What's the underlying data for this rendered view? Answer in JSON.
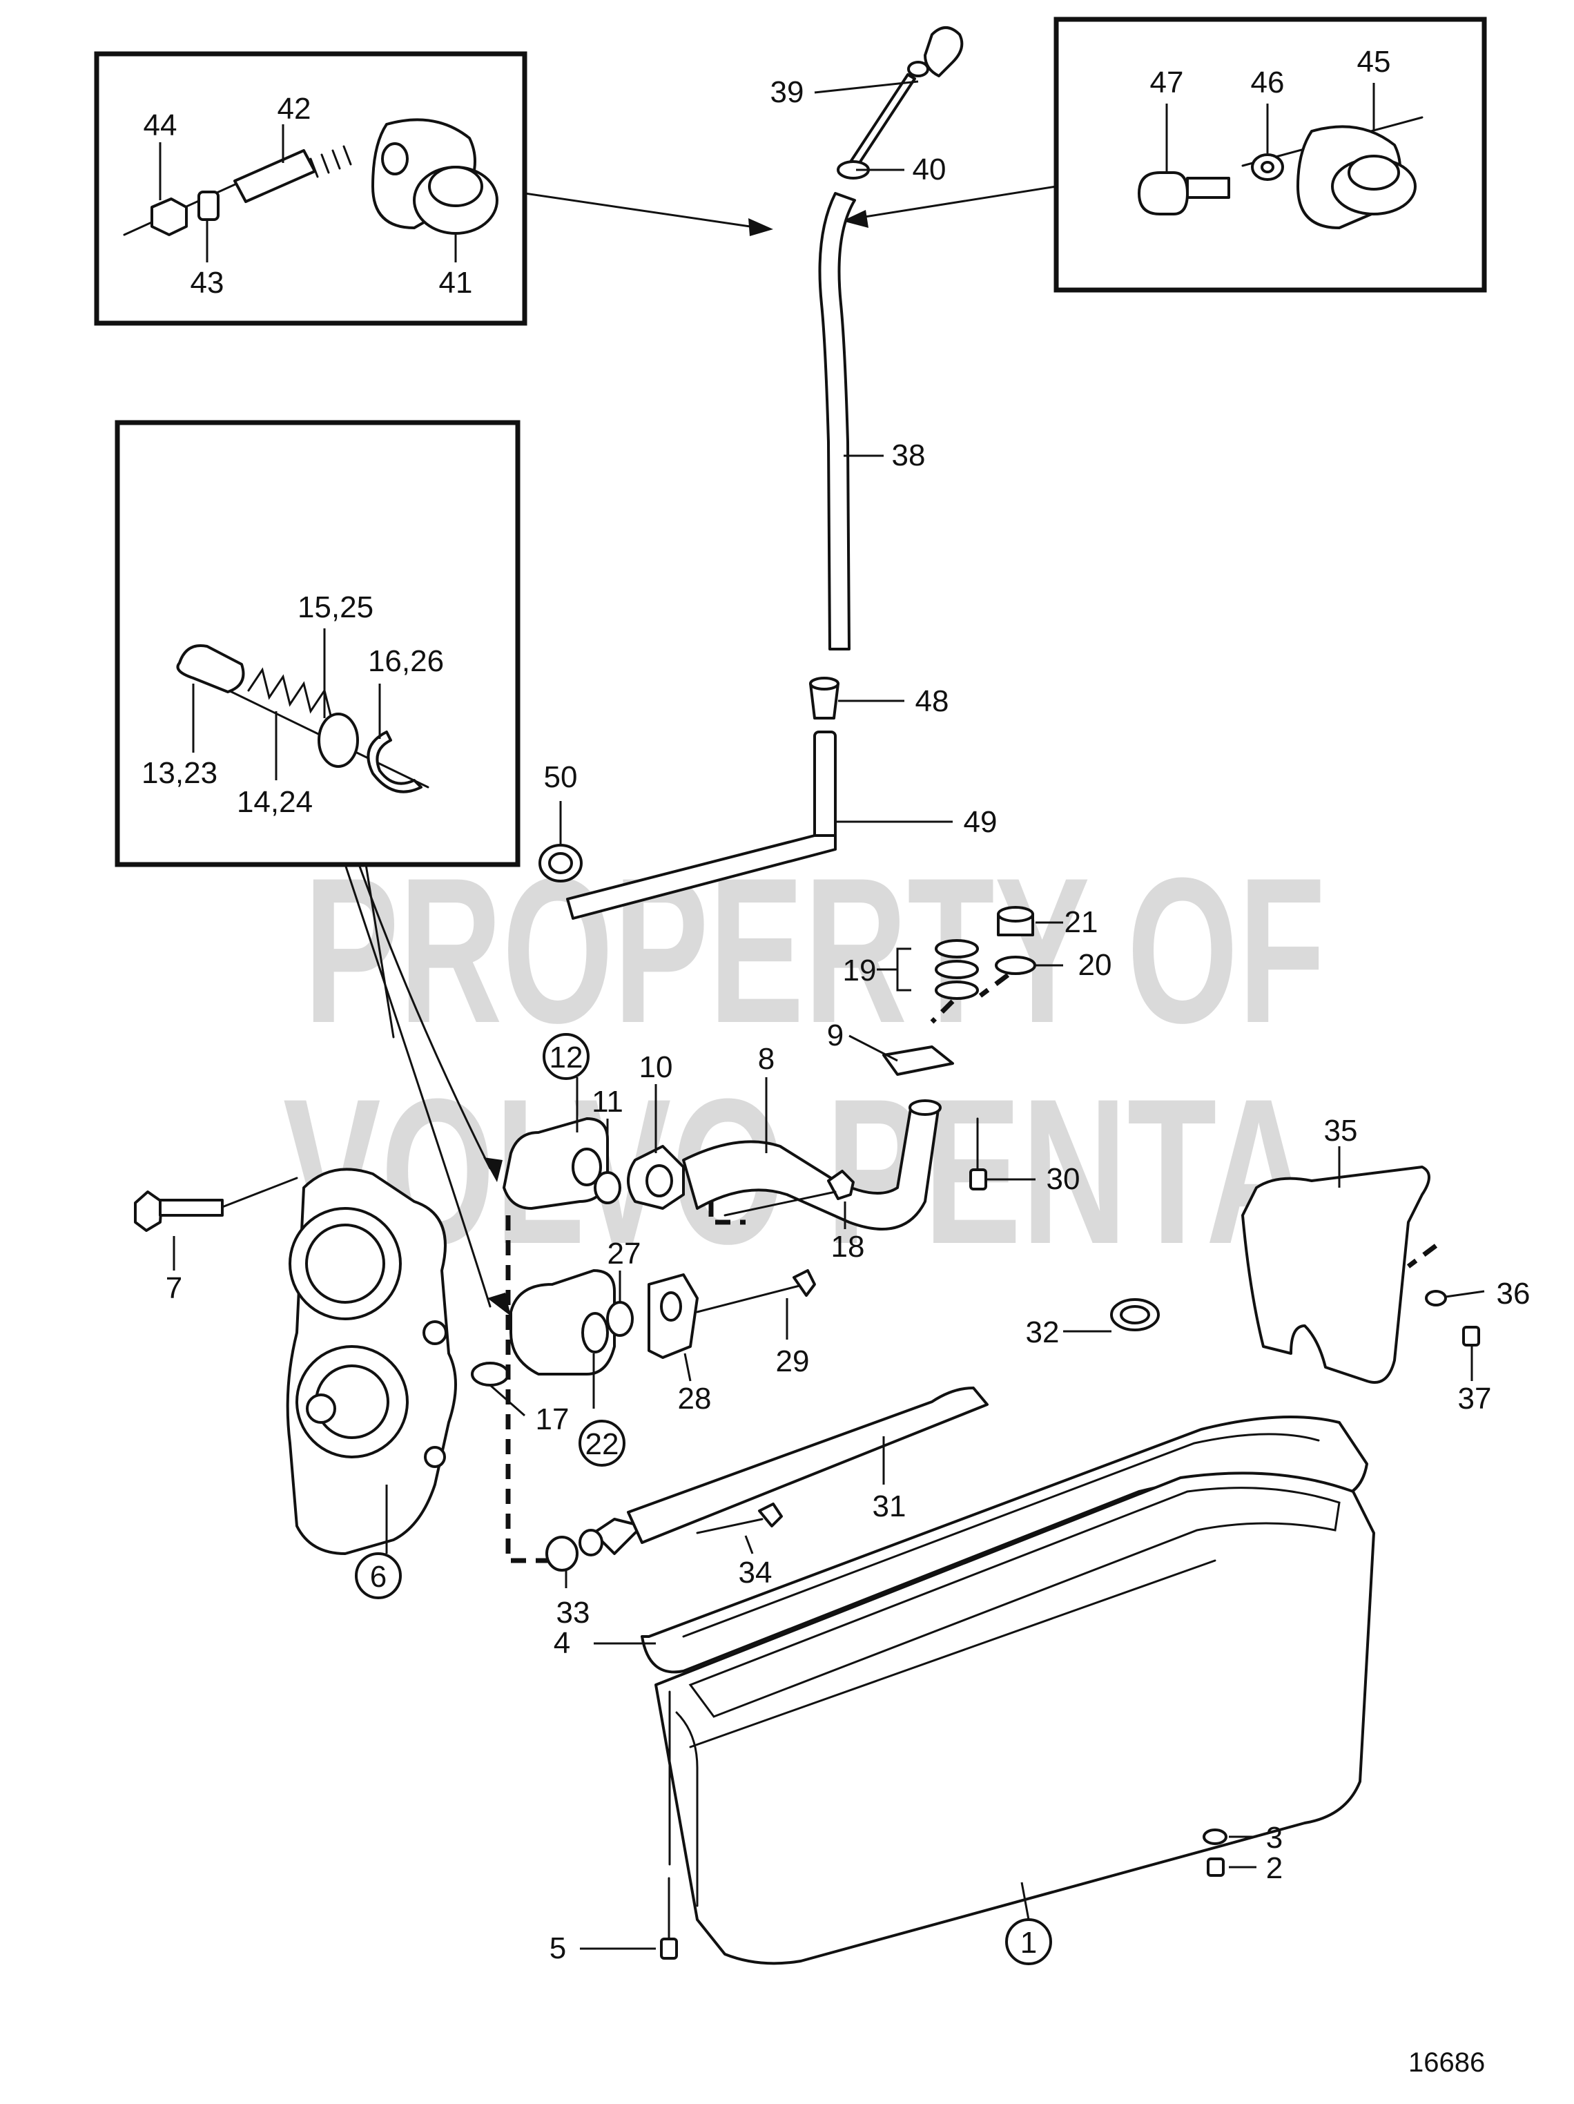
{
  "figure_number": "16686",
  "watermark": {
    "line1": "PROPERTY OF",
    "line2": "VOLVO PENTA"
  },
  "callouts": {
    "c1": "1",
    "c2": "2",
    "c3": "3",
    "c4": "4",
    "c5": "5",
    "c6": "6",
    "c7": "7",
    "c8": "8",
    "c9": "9",
    "c10": "10",
    "c11": "11",
    "c12": "12",
    "c13_23": "13,23",
    "c14_24": "14,24",
    "c15_25": "15,25",
    "c16_26": "16,26",
    "c17": "17",
    "c18": "18",
    "c19": "19",
    "c20": "20",
    "c21": "21",
    "c22": "22",
    "c27": "27",
    "c28": "28",
    "c29": "29",
    "c30": "30",
    "c31": "31",
    "c32": "32",
    "c33": "33",
    "c34": "34",
    "c35": "35",
    "c36": "36",
    "c37": "37",
    "c38": "38",
    "c39": "39",
    "c40": "40",
    "c41": "41",
    "c42": "42",
    "c43": "43",
    "c44": "44",
    "c45": "45",
    "c46": "46",
    "c47": "47",
    "c48": "48",
    "c49": "49",
    "c50": "50"
  }
}
